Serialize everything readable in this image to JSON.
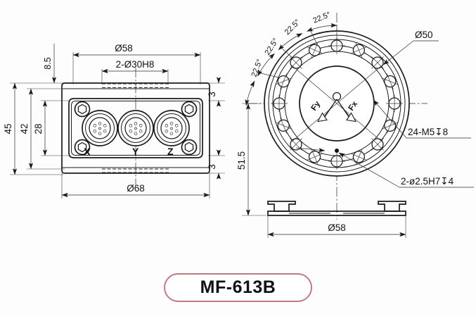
{
  "drawing": {
    "part_label": "MF-613B",
    "label_border_color": "#c07a86",
    "background_color": "#fdfdfd",
    "line_color": "#1b1b1b",
    "views": [
      {
        "name": "front-view",
        "dimensions": {
          "outer_width": "Ø68",
          "body_width": "Ø58",
          "bore": "2-Ø30H8",
          "total_height": "45",
          "body_height": "42",
          "inner_height": "28",
          "top_offset": "8.5",
          "flange_top": "3",
          "flange_bottom": "3"
        },
        "connectors": [
          {
            "label": "X"
          },
          {
            "label": "Y"
          },
          {
            "label": "Z"
          }
        ]
      },
      {
        "name": "top-view",
        "dimensions": {
          "bolt_circle": "Ø50",
          "base_width": "Ø58",
          "overall_height": "51.5"
        },
        "angles": [
          "22.5°",
          "22.5°",
          "22.5°",
          "22.5°"
        ],
        "notes": [
          "24-M5↧8",
          "2-ø2.5H7↧4"
        ],
        "force_arrows": [
          {
            "label": "Fy"
          },
          {
            "label": "Fx"
          }
        ]
      }
    ]
  }
}
